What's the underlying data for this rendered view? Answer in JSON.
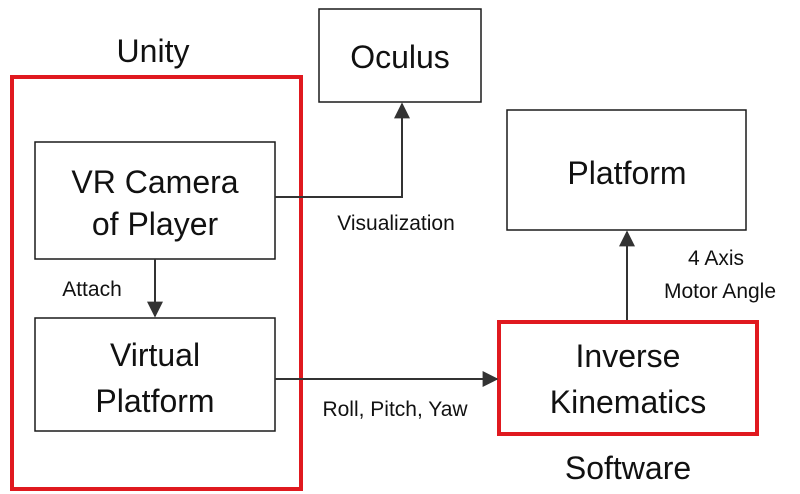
{
  "groups": {
    "unity": {
      "label": "Unity"
    },
    "software": {
      "label": "Software"
    }
  },
  "nodes": {
    "oculus": {
      "lines": [
        "Oculus"
      ]
    },
    "vr_camera": {
      "lines": [
        "VR Camera",
        "of Player"
      ]
    },
    "virtual_platform": {
      "lines": [
        "Virtual",
        "Platform"
      ]
    },
    "platform": {
      "lines": [
        "Platform"
      ]
    },
    "inverse_kinematics": {
      "lines": [
        "Inverse",
        "Kinematics"
      ]
    }
  },
  "edges": {
    "visualization": {
      "label": "Visualization"
    },
    "attach": {
      "label": "Attach"
    },
    "roll_pitch_yaw": {
      "label": "Roll, Pitch, Yaw"
    },
    "motor_angle": {
      "lines": [
        "4 Axis",
        "Motor Angle"
      ]
    }
  },
  "colors": {
    "group_border": "#e0191f",
    "box_border": "#1a1a1a",
    "arrow": "#333333",
    "text": "#111111"
  }
}
